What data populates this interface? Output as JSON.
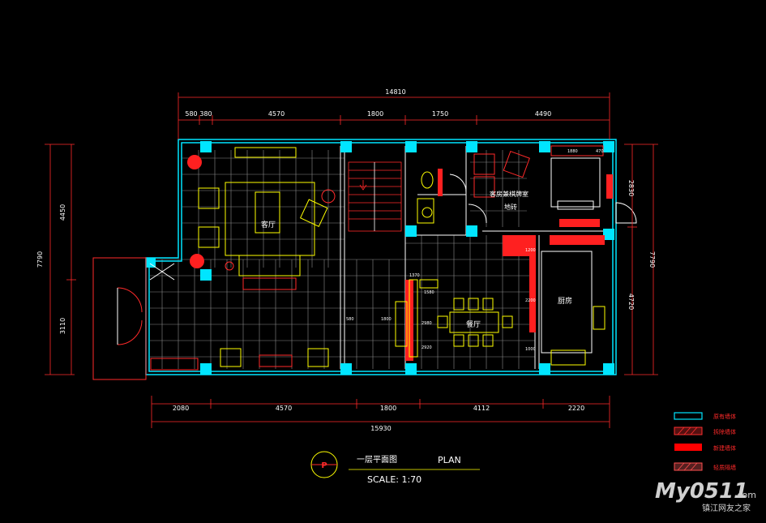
{
  "drawing": {
    "top_dims": {
      "overall": "14810",
      "segments": [
        "580",
        "380",
        "4570",
        "1800",
        "1750",
        "4490"
      ]
    },
    "bottom_dims": {
      "overall": "15930",
      "segments": [
        "2080",
        "4570",
        "1800",
        "4112",
        "2220"
      ]
    },
    "left_dims": {
      "overall": "7790",
      "segments": [
        "4450",
        "3110"
      ]
    },
    "right_dims": {
      "overall": "7790",
      "segments": [
        "2830",
        "4720"
      ]
    },
    "rooms": {
      "living": "客厅",
      "guest": "客房兼棋牌室",
      "ground": "地砖",
      "dining": "餐厅",
      "kitchen": "厨房"
    },
    "inner_dims": [
      "1800",
      "580",
      "1580",
      "2980",
      "1370",
      "2200",
      "1200",
      "1000",
      "2920",
      "1880",
      "470"
    ]
  },
  "title_block": {
    "symbol": "P",
    "title_cn": "一层平面图",
    "title_en": "PLAN",
    "scale": "SCALE: 1:70"
  },
  "legend": {
    "items": [
      {
        "label": "原有墙体",
        "color": "#00e5ff"
      },
      {
        "label": "拆除墙体",
        "color": "#ff3030"
      },
      {
        "label": "新建墙体",
        "color": "#ff0000"
      },
      {
        "label": "轻质隔墙",
        "color": "#ff5050"
      }
    ]
  },
  "watermark": {
    "brand": "My0511",
    "domain": ".com",
    "sub": "镇江网友之家"
  },
  "colors": {
    "wall": "#00e5ff",
    "dim": "#ff2a2a",
    "furniture": "#ffff00",
    "grid": "#a0a0a0",
    "white": "#ffffff"
  }
}
